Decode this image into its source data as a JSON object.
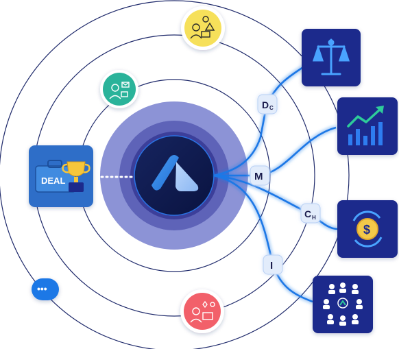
{
  "nodes": {
    "dc": {
      "main": "D",
      "sub": "C"
    },
    "m": {
      "main": "M"
    },
    "ch": {
      "main": "C",
      "sub": "H"
    },
    "i": {
      "main": "I"
    }
  },
  "deal": {
    "label": "DEAL"
  },
  "chat_bubble": {
    "label": "•••"
  },
  "colors": {
    "orbit_line": "#1f2a6b",
    "connector_blue": "#1f78e6",
    "tile_navy": "#1c2a8c",
    "center_core": "#0d1a5a",
    "halo_outer": "#8c93d6",
    "halo_mid": "#5e63b8",
    "halo_inner": "#3c3f9a",
    "deal_tile": "#2f6ec8",
    "yellow_badge": "#f6e05a",
    "green_badge": "#2bb39a",
    "red_badge": "#f2616a",
    "bubble_blue": "#1f78e6"
  },
  "icons": {
    "center": "logo-chevron-icon",
    "scales": "scales-of-justice-icon",
    "growth": "growth-chart-icon",
    "coin": "dollar-coin-cycle-icon",
    "team": "team-network-icon",
    "trophy": "trophy-icon",
    "briefcase": "briefcase-icon"
  }
}
